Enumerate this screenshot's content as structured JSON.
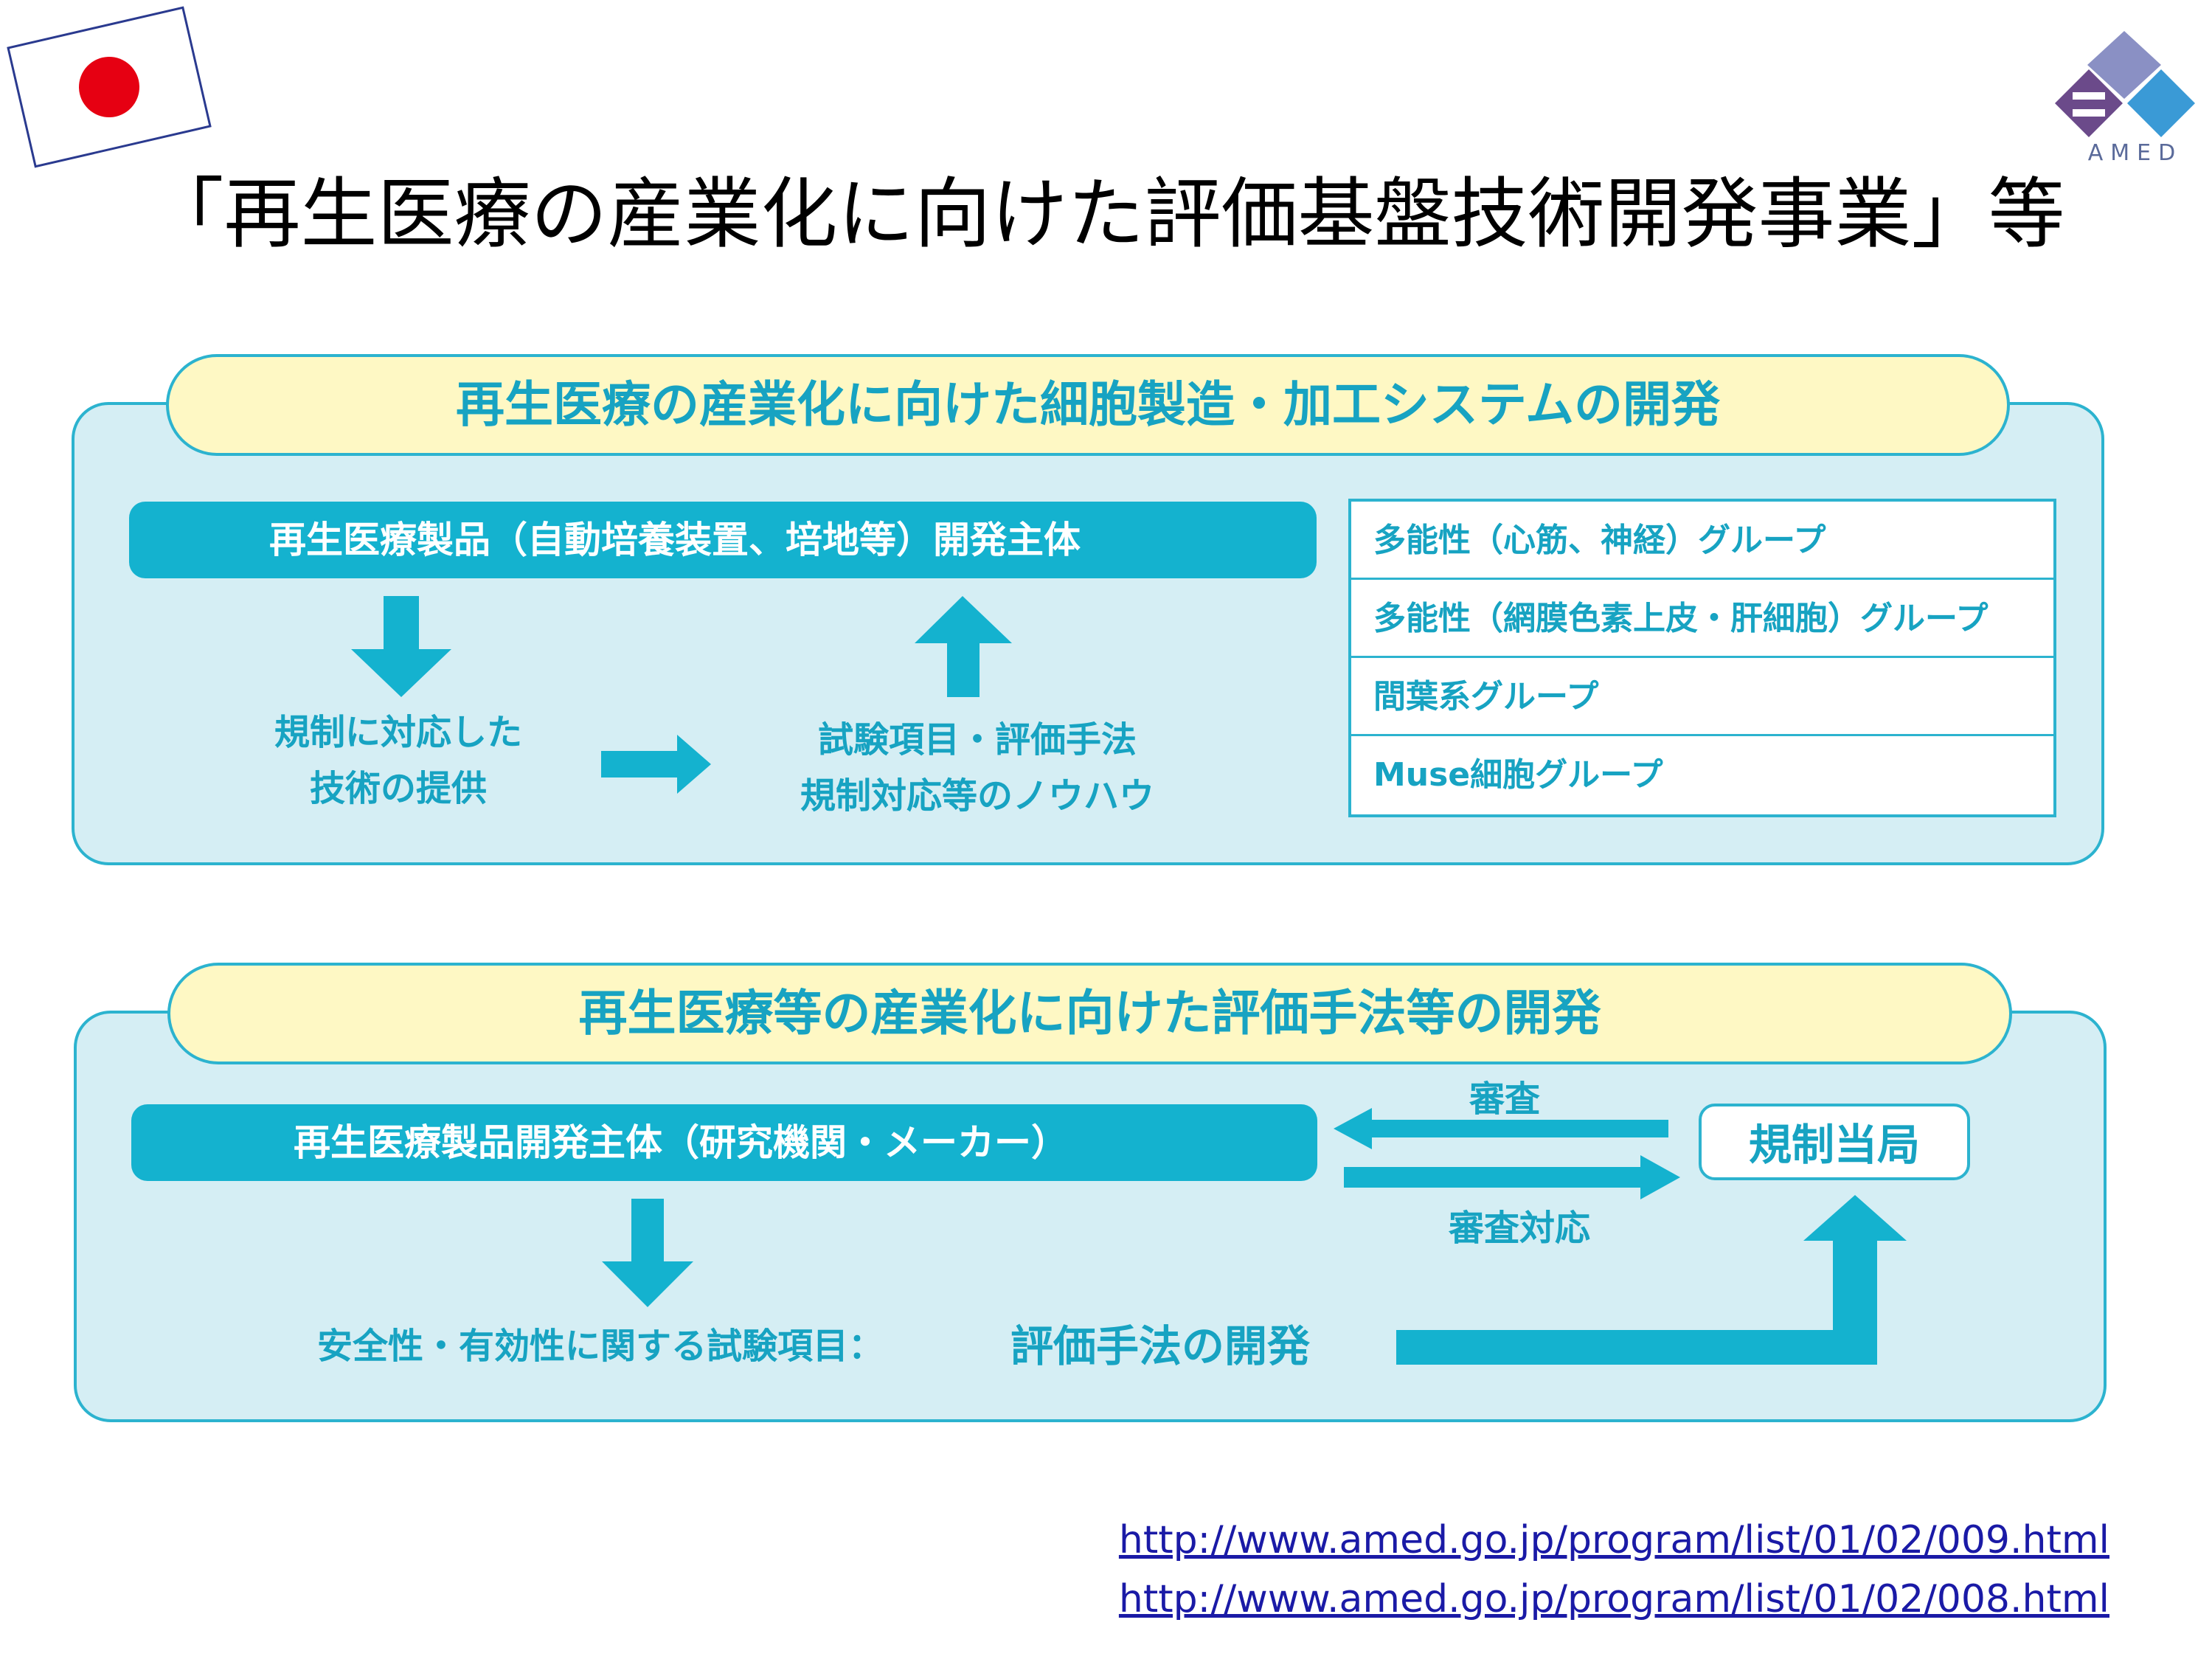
{
  "slide": {
    "title": "「再生医療の産業化に向けた評価基盤技術開発事業」等",
    "logo_text": "AMED"
  },
  "panel_top": {
    "banner": "再生医療の産業化に向けた細胞製造・加工システムの開発",
    "band": "再生医療製品（自動培養装置、培地等）開発主体",
    "left_text_lines": [
      "規制に対応した",
      "技術の提供"
    ],
    "right_text_lines": [
      "試験項目・評価手法",
      "規制対応等のノウハウ"
    ],
    "groups": [
      "多能性（心筋、神経）グループ",
      "多能性（網膜色素上皮・肝細胞）グループ",
      "間葉系グループ",
      "Muse細胞グループ"
    ]
  },
  "panel_bottom": {
    "banner": "再生医療等の産業化に向けた評価手法等の開発",
    "band": "再生医療製品開発主体（研究機関・メーカー）",
    "review_label": "審査",
    "review_response_label": "審査対応",
    "authority": "規制当局",
    "test_text": "安全性・有効性に関する試験項目：",
    "eval_text": "評価手法の開発"
  },
  "links": [
    "http://www.amed.go.jp/program/list/01/02/009.html",
    "http://www.amed.go.jp/program/list/01/02/008.html"
  ],
  "colors": {
    "teal": "#14b2cf",
    "panel_bg": "#d5eef4",
    "banner_bg": "#fef8c4",
    "text_teal": "#17a3c2",
    "flag_red": "#e60012"
  }
}
